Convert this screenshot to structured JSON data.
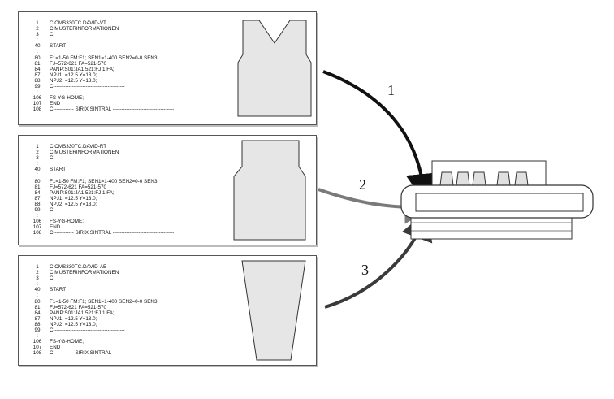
{
  "panels": [
    {
      "lines": [
        {
          "no": "1",
          "text": "C CMS330TC.DAVID-VT"
        },
        {
          "no": "2",
          "text": "C MUSTERINFORMATIONEN"
        },
        {
          "no": "3",
          "text": "C"
        },
        {
          "no": ":",
          "text": ""
        },
        {
          "no": "40",
          "text": "START"
        },
        {
          "no": ":",
          "text": ""
        },
        {
          "no": "80",
          "text": "F1=1-50        FM:F1;     SEN1=1-400  SEN2=0-0  SEN3"
        },
        {
          "no": "81",
          "text": "FJ=572-621  FA=521-570"
        },
        {
          "no": "84",
          "text": "PANP:S01:JA1   521:FJ  1:FA;"
        },
        {
          "no": "87",
          "text": "NPJ1: =12.5   Y=13.0;"
        },
        {
          "no": "88",
          "text": "NPJ2: =12.5   Y=13.0;"
        },
        {
          "no": "99",
          "text": "C------------------------------------------"
        },
        {
          "no": ":",
          "text": ""
        },
        {
          "no": "106",
          "text": "FS-YG-HOME;"
        },
        {
          "no": "107",
          "text": "END"
        },
        {
          "no": "108",
          "text": "C------------ SIRIX SINTRAL ------------------------------------"
        }
      ]
    },
    {
      "lines": [
        {
          "no": "1",
          "text": "C CMS330TC.DAVID-RT"
        },
        {
          "no": "2",
          "text": "C MUSTERINFORMATIONEN"
        },
        {
          "no": "3",
          "text": "C"
        },
        {
          "no": ":",
          "text": ""
        },
        {
          "no": "40",
          "text": "START"
        },
        {
          "no": ":",
          "text": ""
        },
        {
          "no": "80",
          "text": "F1=1-50        FM:F1;     SEN1=1-400  SEN2=0-0  SEN3"
        },
        {
          "no": "81",
          "text": "FJ=572-621  FA=521-570"
        },
        {
          "no": "84",
          "text": "PANP:S01:JA1   521:FJ  1:FA;"
        },
        {
          "no": "87",
          "text": "NPJ1: =12.5   Y=13.0;"
        },
        {
          "no": "88",
          "text": "NPJ2: =12.5   Y=13.0;"
        },
        {
          "no": "99",
          "text": "C------------------------------------------"
        },
        {
          "no": ":",
          "text": ""
        },
        {
          "no": "106",
          "text": "FS-YG-HOME;"
        },
        {
          "no": "107",
          "text": "END"
        },
        {
          "no": "108",
          "text": "C------------ SIRIX SINTRAL ------------------------------------"
        }
      ]
    },
    {
      "lines": [
        {
          "no": "1",
          "text": "C CMS330TC.DAVID-AE"
        },
        {
          "no": "2",
          "text": "C MUSTERINFORMATIONEN"
        },
        {
          "no": "3",
          "text": "C"
        },
        {
          "no": ":",
          "text": ""
        },
        {
          "no": "40",
          "text": "START"
        },
        {
          "no": ":",
          "text": ""
        },
        {
          "no": "80",
          "text": "F1=1-50        FM:F1;     SEN1=1-400  SEN2=0-0  SEN3"
        },
        {
          "no": "81",
          "text": "FJ=572-621  FA=521-570"
        },
        {
          "no": "84",
          "text": "PANP:S01:JA1   521:FJ  1:FA;"
        },
        {
          "no": "87",
          "text": "NPJ1: =12.5   Y=13.0;"
        },
        {
          "no": "88",
          "text": "NPJ2: =12.5   Y=13.0;"
        },
        {
          "no": "99",
          "text": "C------------------------------------------"
        },
        {
          "no": ":",
          "text": ""
        },
        {
          "no": "106",
          "text": "FS-YG-HOME;"
        },
        {
          "no": "107",
          "text": "END"
        },
        {
          "no": "108",
          "text": "C------------ SIRIX SINTRAL ------------------------------------"
        }
      ]
    }
  ],
  "arrows": [
    {
      "label": "1",
      "color": "#111111"
    },
    {
      "label": "2",
      "color": "#7a7a7a"
    },
    {
      "label": "3",
      "color": "#3a3a3a"
    }
  ],
  "shape_fill": "#e6e6e6"
}
